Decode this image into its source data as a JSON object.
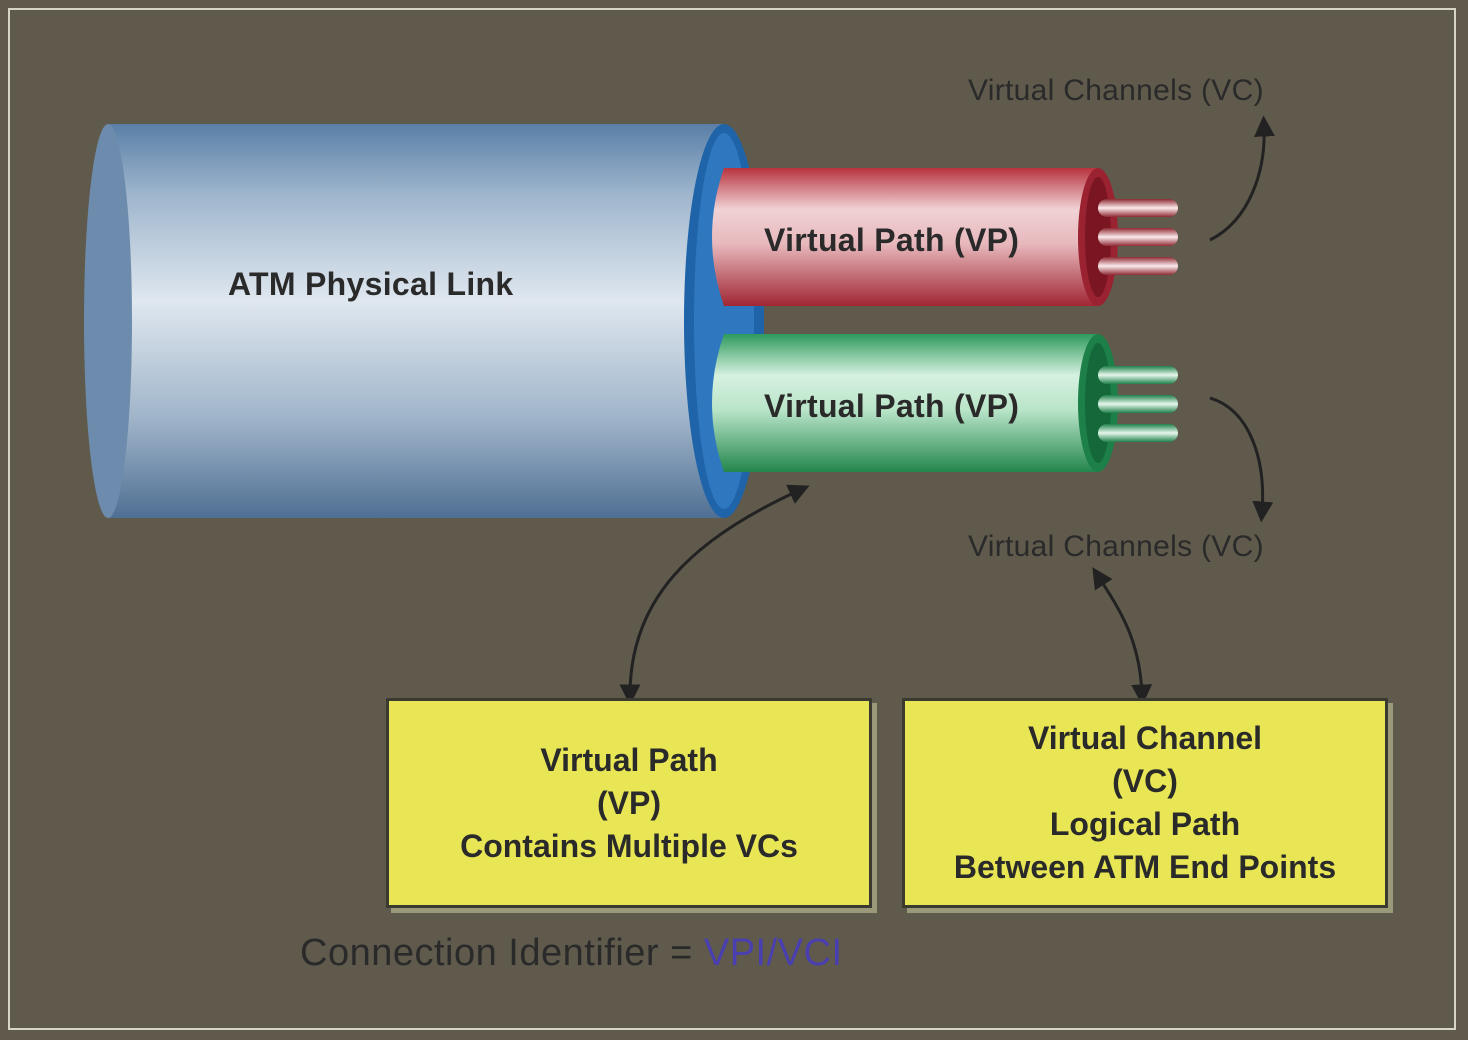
{
  "cable": {
    "label": "ATM Physical Link"
  },
  "paths": [
    {
      "label": "Virtual Path (VP)",
      "color": "#c9414c"
    },
    {
      "label": "Virtual Path (VP)",
      "color": "#3aa86a"
    }
  ],
  "channels_top": {
    "label": "Virtual Channels (VC)"
  },
  "channels_bottom": {
    "label": "Virtual Channels (VC)"
  },
  "box_vp": {
    "lines": [
      "Virtual Path",
      "(VP)",
      "Contains Multiple VCs"
    ]
  },
  "box_vc": {
    "lines": [
      "Virtual Channel",
      "(VC)",
      "Logical Path",
      "Between ATM End Points"
    ]
  },
  "footer": {
    "prefix": "Connection Identifier = ",
    "value": "VPI/VCI",
    "accent_color": "#4a3fb0"
  },
  "colors": {
    "cable": "#7f9bb8",
    "box": "#e8e655",
    "frame": "#5f5a4c"
  }
}
